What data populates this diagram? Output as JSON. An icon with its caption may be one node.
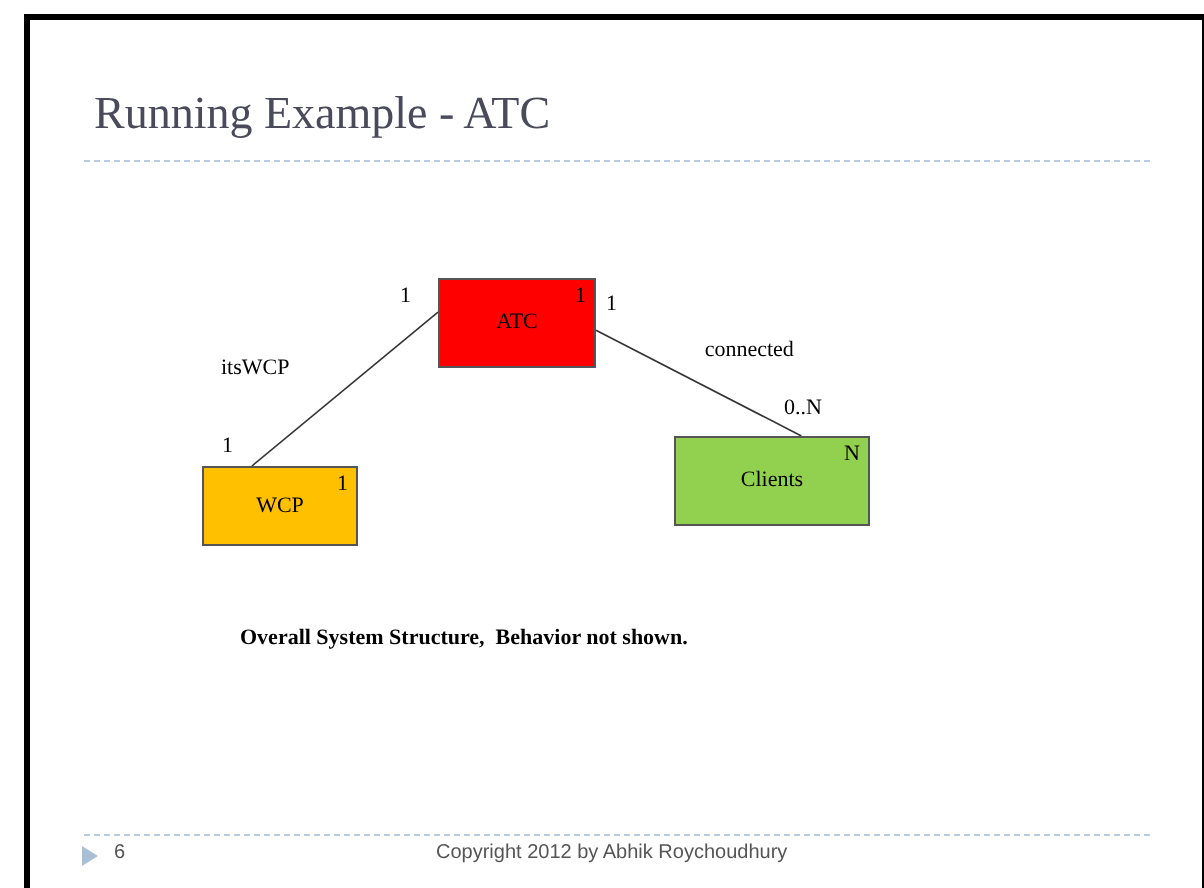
{
  "diagram": {
    "title": "Running Example - ATC",
    "nodes": [
      {
        "text": [
          "ATC",
          "1"
        ]
      },
      {
        "text": [
          "WCP",
          "1"
        ]
      },
      {
        "text": [
          "Clients",
          "N"
        ]
      }
    ],
    "edges": [
      {
        "from": 0,
        "to": 1,
        "arrow": "none",
        "label": "itsWCP"
      },
      {
        "from": 0,
        "to": 2,
        "arrow": "none",
        "label": "connected"
      }
    ],
    "labels": [
      "1",
      "1",
      "1",
      "0..N",
      "Overall System Structure,  Behavior not shown.",
      "6",
      "Copyright 2012 by Abhik Roychoudhury"
    ]
  }
}
